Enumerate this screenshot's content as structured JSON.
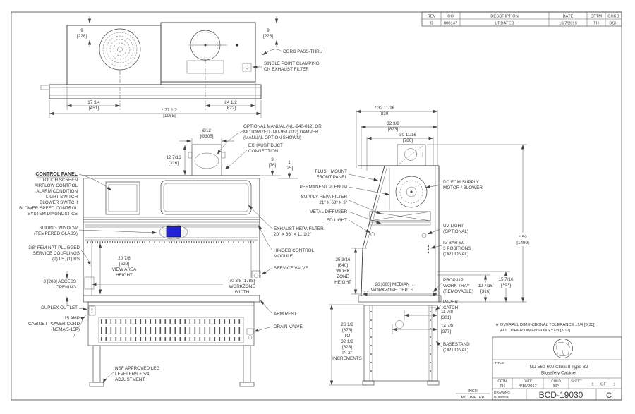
{
  "revision_table": {
    "headers": [
      "REV",
      "CO",
      "DESCRIPTION",
      "DATE",
      "DFTM",
      "CHKD"
    ],
    "row": [
      "C",
      "000147",
      "UPDATED",
      "10/7/2019",
      "TH",
      "DSH"
    ]
  },
  "top_view": {
    "dim_depth_left": [
      "9",
      "[228]"
    ],
    "dim_depth_right": [
      "9",
      "[228]"
    ],
    "cord_pass_thru": "CORD PASS-THRU",
    "single_point_clamping": [
      "SINGLE POINT CLAMPING",
      "ON EXHAUST FILTER"
    ],
    "dim_fan": [
      "17 3/4",
      "[451]"
    ],
    "dim_gauge": [
      "24 1/2",
      "[622]"
    ],
    "dim_overall_width": [
      "* 77 1/2",
      "[1968]"
    ]
  },
  "front_view": {
    "damper_option": [
      "OPTIONAL MANUAL (NU-940-012) OR",
      "MOTORIZED (NU-951-012) DAMPER",
      "(MANUAL OPTION SHOWN)"
    ],
    "exhaust_duct": [
      "EXHAUST DUCT",
      "CONNECTION"
    ],
    "duct_diameter": [
      "Ø12",
      "[Ø305]"
    ],
    "duct_height": [
      "12 7/16",
      "[316]"
    ],
    "dim_collar": [
      "3",
      "[76]"
    ],
    "dim_lip": [
      "1",
      "[25]"
    ],
    "control_panel_title": "CONTROL PANEL",
    "control_panel_items": [
      "TOUCH SCREEN",
      "AIRFLOW CONTROL",
      "ALARM CONDITION",
      "LIGHT SWITCH",
      "BLOWER SWITCH",
      "BLOWER SPEED CONTROL",
      "SYSTEM DIAGNOSTICS"
    ],
    "sliding_window": [
      "SLIDING WINDOW",
      "(TEMPERED GLASS)"
    ],
    "service_couplings": [
      "3/8\" FEM NPT PLUGGED",
      "SERVICE COUPLINGS",
      "(2) LS, (1) RS"
    ],
    "view_area_height": [
      "20 7/8",
      "[529]",
      "VIEW AREA",
      "HEIGHT"
    ],
    "access_opening": [
      "8 [203] ACCESS",
      "OPENING"
    ],
    "workzone_width": [
      "70 3/8 [1788]",
      "WORKZONE",
      "WIDTH"
    ],
    "duplex_outlet": "DUPLEX OUTLET",
    "power_cord": [
      "15 AMP",
      "CABINET POWER CORD",
      "(NEMA 5-15P)"
    ],
    "leg_levelers": [
      "NSF APPROVED LEG",
      "LEVELERS ± 3/4",
      "ADJUSTMENT"
    ],
    "exhaust_hepa_filter": [
      "EXHAUST HEPA FILTER",
      "20\" X 36\" X 11 1/2\""
    ],
    "hinged_control_module": [
      "HINGED CONTROL",
      "MODULE"
    ],
    "service_valve": "SERVICE VALVE",
    "arm_rest": "ARM REST",
    "drain_valve": "DRAIN VALVE"
  },
  "side_view": {
    "dim_top_overall": [
      "* 32 11/16",
      "[830]"
    ],
    "dim_top_mid": [
      "32 3/8",
      "[823]"
    ],
    "dim_top_inner": [
      "30 11/16",
      "[780]"
    ],
    "flush_mount": [
      "FLUSH MOUNT",
      "FRONT PANEL"
    ],
    "permanent_plenum": "PERMANENT PLENUM",
    "supply_hepa_filter": [
      "SUPPLY HEPA FILTER",
      "21\" X 68\" X 3\""
    ],
    "metal_diffuser": "METAL DIFFUSER",
    "led_light": "LED LIGHT",
    "dc_ecm_motor": [
      "DC ECM SUPPLY",
      "MOTOR / BLOWER"
    ],
    "uv_light": [
      "UV LIGHT",
      "(OPTIONAL)"
    ],
    "iv_bar": [
      "IV BAR W/",
      "3 POSITIONS",
      "(OPTIONAL)"
    ],
    "dim_overall_height": [
      "* 59",
      "[1499]"
    ],
    "work_zone_height": [
      "25 3/16",
      "[640]",
      "WORK",
      "ZONE",
      "HEIGHT"
    ],
    "workzone_depth": [
      "26 [660] MEDIAN",
      "WORKZONE DEPTH"
    ],
    "prop_up_tray": [
      "PROP-UP",
      "WORK TRAY",
      "(REMOVABLE)"
    ],
    "dim_tray_12": [
      "12 7/16",
      "[316]"
    ],
    "dim_tray_15": [
      "15 7/16",
      "[393]"
    ],
    "paper_catch": [
      "PAPER",
      "CATCH"
    ],
    "dim_base_11": [
      "11 7/8",
      "[301]"
    ],
    "dim_base_14": [
      "14 7/8",
      "[377]"
    ],
    "basestand": [
      "BASESTAND",
      "(OPTIONAL)"
    ],
    "base_height_range": [
      "26 1/2",
      "[673]",
      "TO",
      "32 1/2",
      "[826]",
      "IN 2\"",
      "INCREMENTS"
    ]
  },
  "notes": {
    "tolerance_line1": "★ OVERALL DIMENSIONAL TOLERANCE ±1/4 [6.35]",
    "tolerance_line2": "ALL OTHER DIMENSIONS ±1/8 [3.17]"
  },
  "title_block": {
    "title_label": "TITLE",
    "title_lines": [
      "NU-560-600 Class II Type B2",
      "Biosafety Cabinet"
    ],
    "dftm_label": "DFTM",
    "dftm_value": "TH",
    "date_label": "DATE",
    "date_value": "4/18/2017",
    "chkd_label": "CHKD",
    "chkd_value": "BP",
    "sheet_label": "SHEET",
    "sheet_num": "1",
    "of_label": "OF",
    "sheet_total": "1",
    "drawing_number_label": [
      "DRAWING",
      "NUMBER"
    ],
    "drawing_number": "BCD-19030",
    "revision": "C",
    "units": [
      "INCH",
      "MILLIMETER"
    ]
  },
  "colors": {
    "accent_blue": "#2222d6",
    "line": "#3c3c3c"
  }
}
